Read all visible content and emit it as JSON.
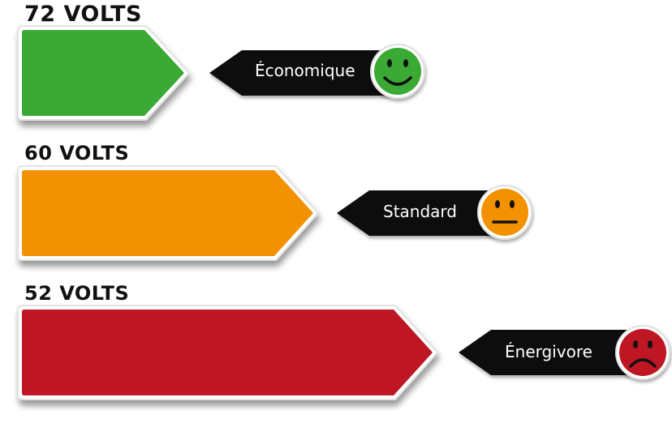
{
  "levels": [
    {
      "title": "72 VOLTS",
      "label": "Économique",
      "mood": "happy",
      "icon": "smiley-happy-icon",
      "color": "#3aaa35"
    },
    {
      "title": "60 VOLTS",
      "label": "Standard",
      "mood": "neutral",
      "icon": "smiley-neutral-icon",
      "color": "#f39200"
    },
    {
      "title": "52 VOLTS",
      "label": "Énergivore",
      "mood": "sad",
      "icon": "smiley-sad-icon",
      "color": "#be1622"
    }
  ]
}
